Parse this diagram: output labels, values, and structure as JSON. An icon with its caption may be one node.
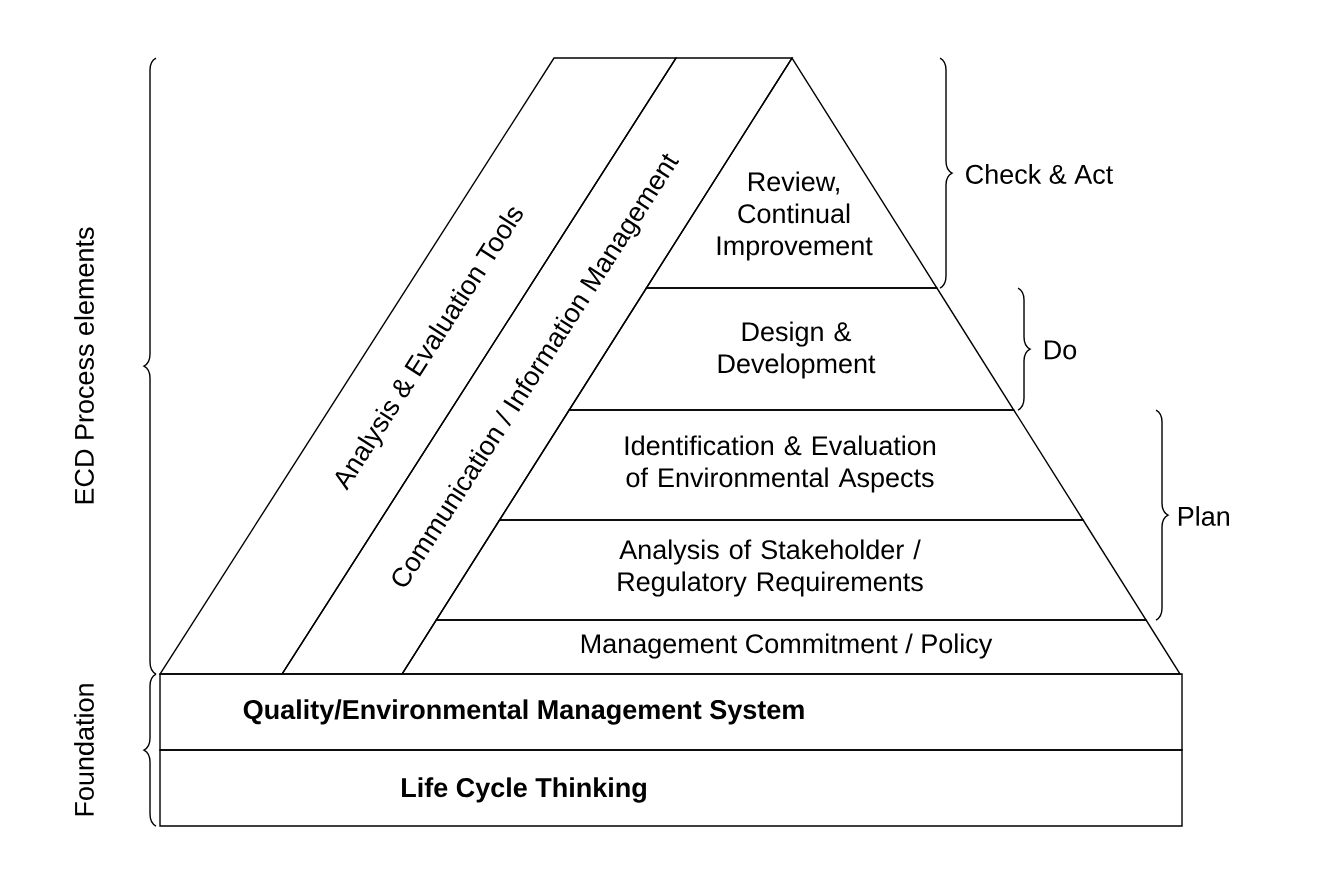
{
  "diagram": {
    "nodes": [
      {
        "text": [
          "Analysis & Evaluation Tools"
        ]
      },
      {
        "text": [
          "Communication / Information Management"
        ]
      },
      {
        "text": [
          "Review, Continual Improvement"
        ]
      },
      {
        "text": [
          "Design & Development"
        ]
      },
      {
        "text": [
          "Identification & Evaluation of Environmental Aspects"
        ]
      },
      {
        "text": [
          "Analysis of Stakeholder / Regulatory Requirements"
        ]
      },
      {
        "text": [
          "Management Commitment / Policy"
        ]
      },
      {
        "text": [
          "Quality/Environmental Management System"
        ]
      },
      {
        "text": [
          "Life Cycle Thinking"
        ]
      }
    ],
    "edges": [],
    "labels": [
      "ECD Process elements",
      "Foundation",
      "Check & Act",
      "Do",
      "Plan"
    ]
  }
}
